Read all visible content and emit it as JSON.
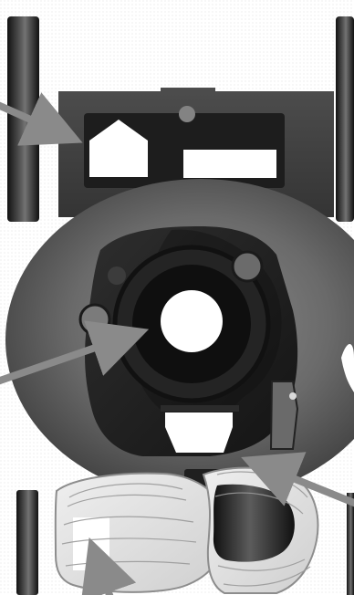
{
  "figure": {
    "kind": "lawn-mower-top-view-illustration",
    "callouts": [
      {
        "id": "callout-1",
        "target": "house-shaped-label-on-rear-housing"
      },
      {
        "id": "callout-2",
        "target": "engine-center-cap"
      },
      {
        "id": "callout-3",
        "target": "label-below-engine"
      },
      {
        "id": "callout-4",
        "target": "label-on-front-handle-area"
      }
    ],
    "colors": {
      "background": "#ffffff",
      "deck": "#5f5f5f",
      "housing": "#444444",
      "engine": "#262626",
      "wheel": "#1f1f1f",
      "arrow": "#8a8a8a",
      "label": "#ffffff",
      "handle": "#d9d9d9"
    },
    "icons": [
      "house-label-icon",
      "rectangle-label-icon",
      "arrow-icon"
    ]
  }
}
